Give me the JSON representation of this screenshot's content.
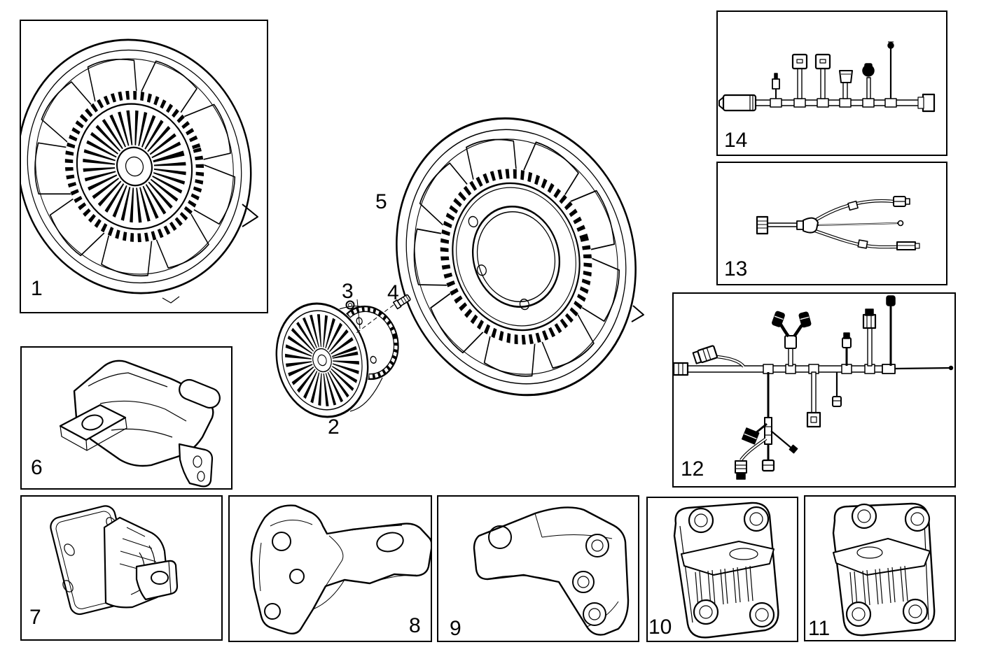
{
  "figure": {
    "type": "parts-catalog-diagram",
    "background": "#ffffff",
    "line_color": "#000000"
  },
  "callouts": {
    "c1": {
      "label": "1",
      "part": "cooling-fan-with-viscous-clutch"
    },
    "c2": {
      "label": "2",
      "part": "viscous-fan-clutch"
    },
    "c3": {
      "label": "3",
      "part": "nut"
    },
    "c4": {
      "label": "4",
      "part": "screw"
    },
    "c5": {
      "label": "5",
      "part": "cooling-fan"
    },
    "c6": {
      "label": "6",
      "part": "engine-mount"
    },
    "c7": {
      "label": "7",
      "part": "engine-mount"
    },
    "c8": {
      "label": "8",
      "part": "engine-support-bracket"
    },
    "c9": {
      "label": "9",
      "part": "engine-support-bracket"
    },
    "c10": {
      "label": "10",
      "part": "engine-mount-bracket"
    },
    "c11": {
      "label": "11",
      "part": "engine-mount-bracket"
    },
    "c12": {
      "label": "12",
      "part": "engine-wiring-harness"
    },
    "c13": {
      "label": "13",
      "part": "adapter-wiring-harness"
    },
    "c14": {
      "label": "14",
      "part": "injector-wiring-harness"
    }
  }
}
